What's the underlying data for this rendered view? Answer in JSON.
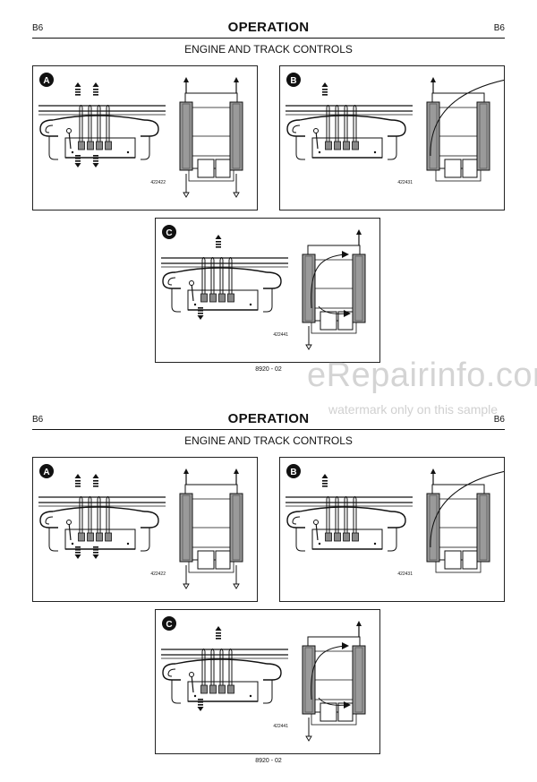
{
  "pages": [
    {
      "section": "B6",
      "section_right": "B6",
      "title": "OPERATION",
      "subtitle": "ENGINE AND TRACK CONTROLS",
      "panels": [
        {
          "label": "A",
          "code": "422422"
        },
        {
          "label": "B",
          "code": "422431"
        },
        {
          "label": "C",
          "code": "422441"
        }
      ],
      "footer": "8920 - 02"
    },
    {
      "section": "B6",
      "section_right": "B6",
      "title": "OPERATION",
      "subtitle": "ENGINE AND TRACK CONTROLS",
      "panels": [
        {
          "label": "A",
          "code": "422422"
        },
        {
          "label": "B",
          "code": "422431"
        },
        {
          "label": "C",
          "code": "422441"
        }
      ],
      "footer": "8920 - 02"
    }
  ],
  "watermark": {
    "main": "eRepairinfo.com",
    "sub": "watermark only on this sample"
  }
}
